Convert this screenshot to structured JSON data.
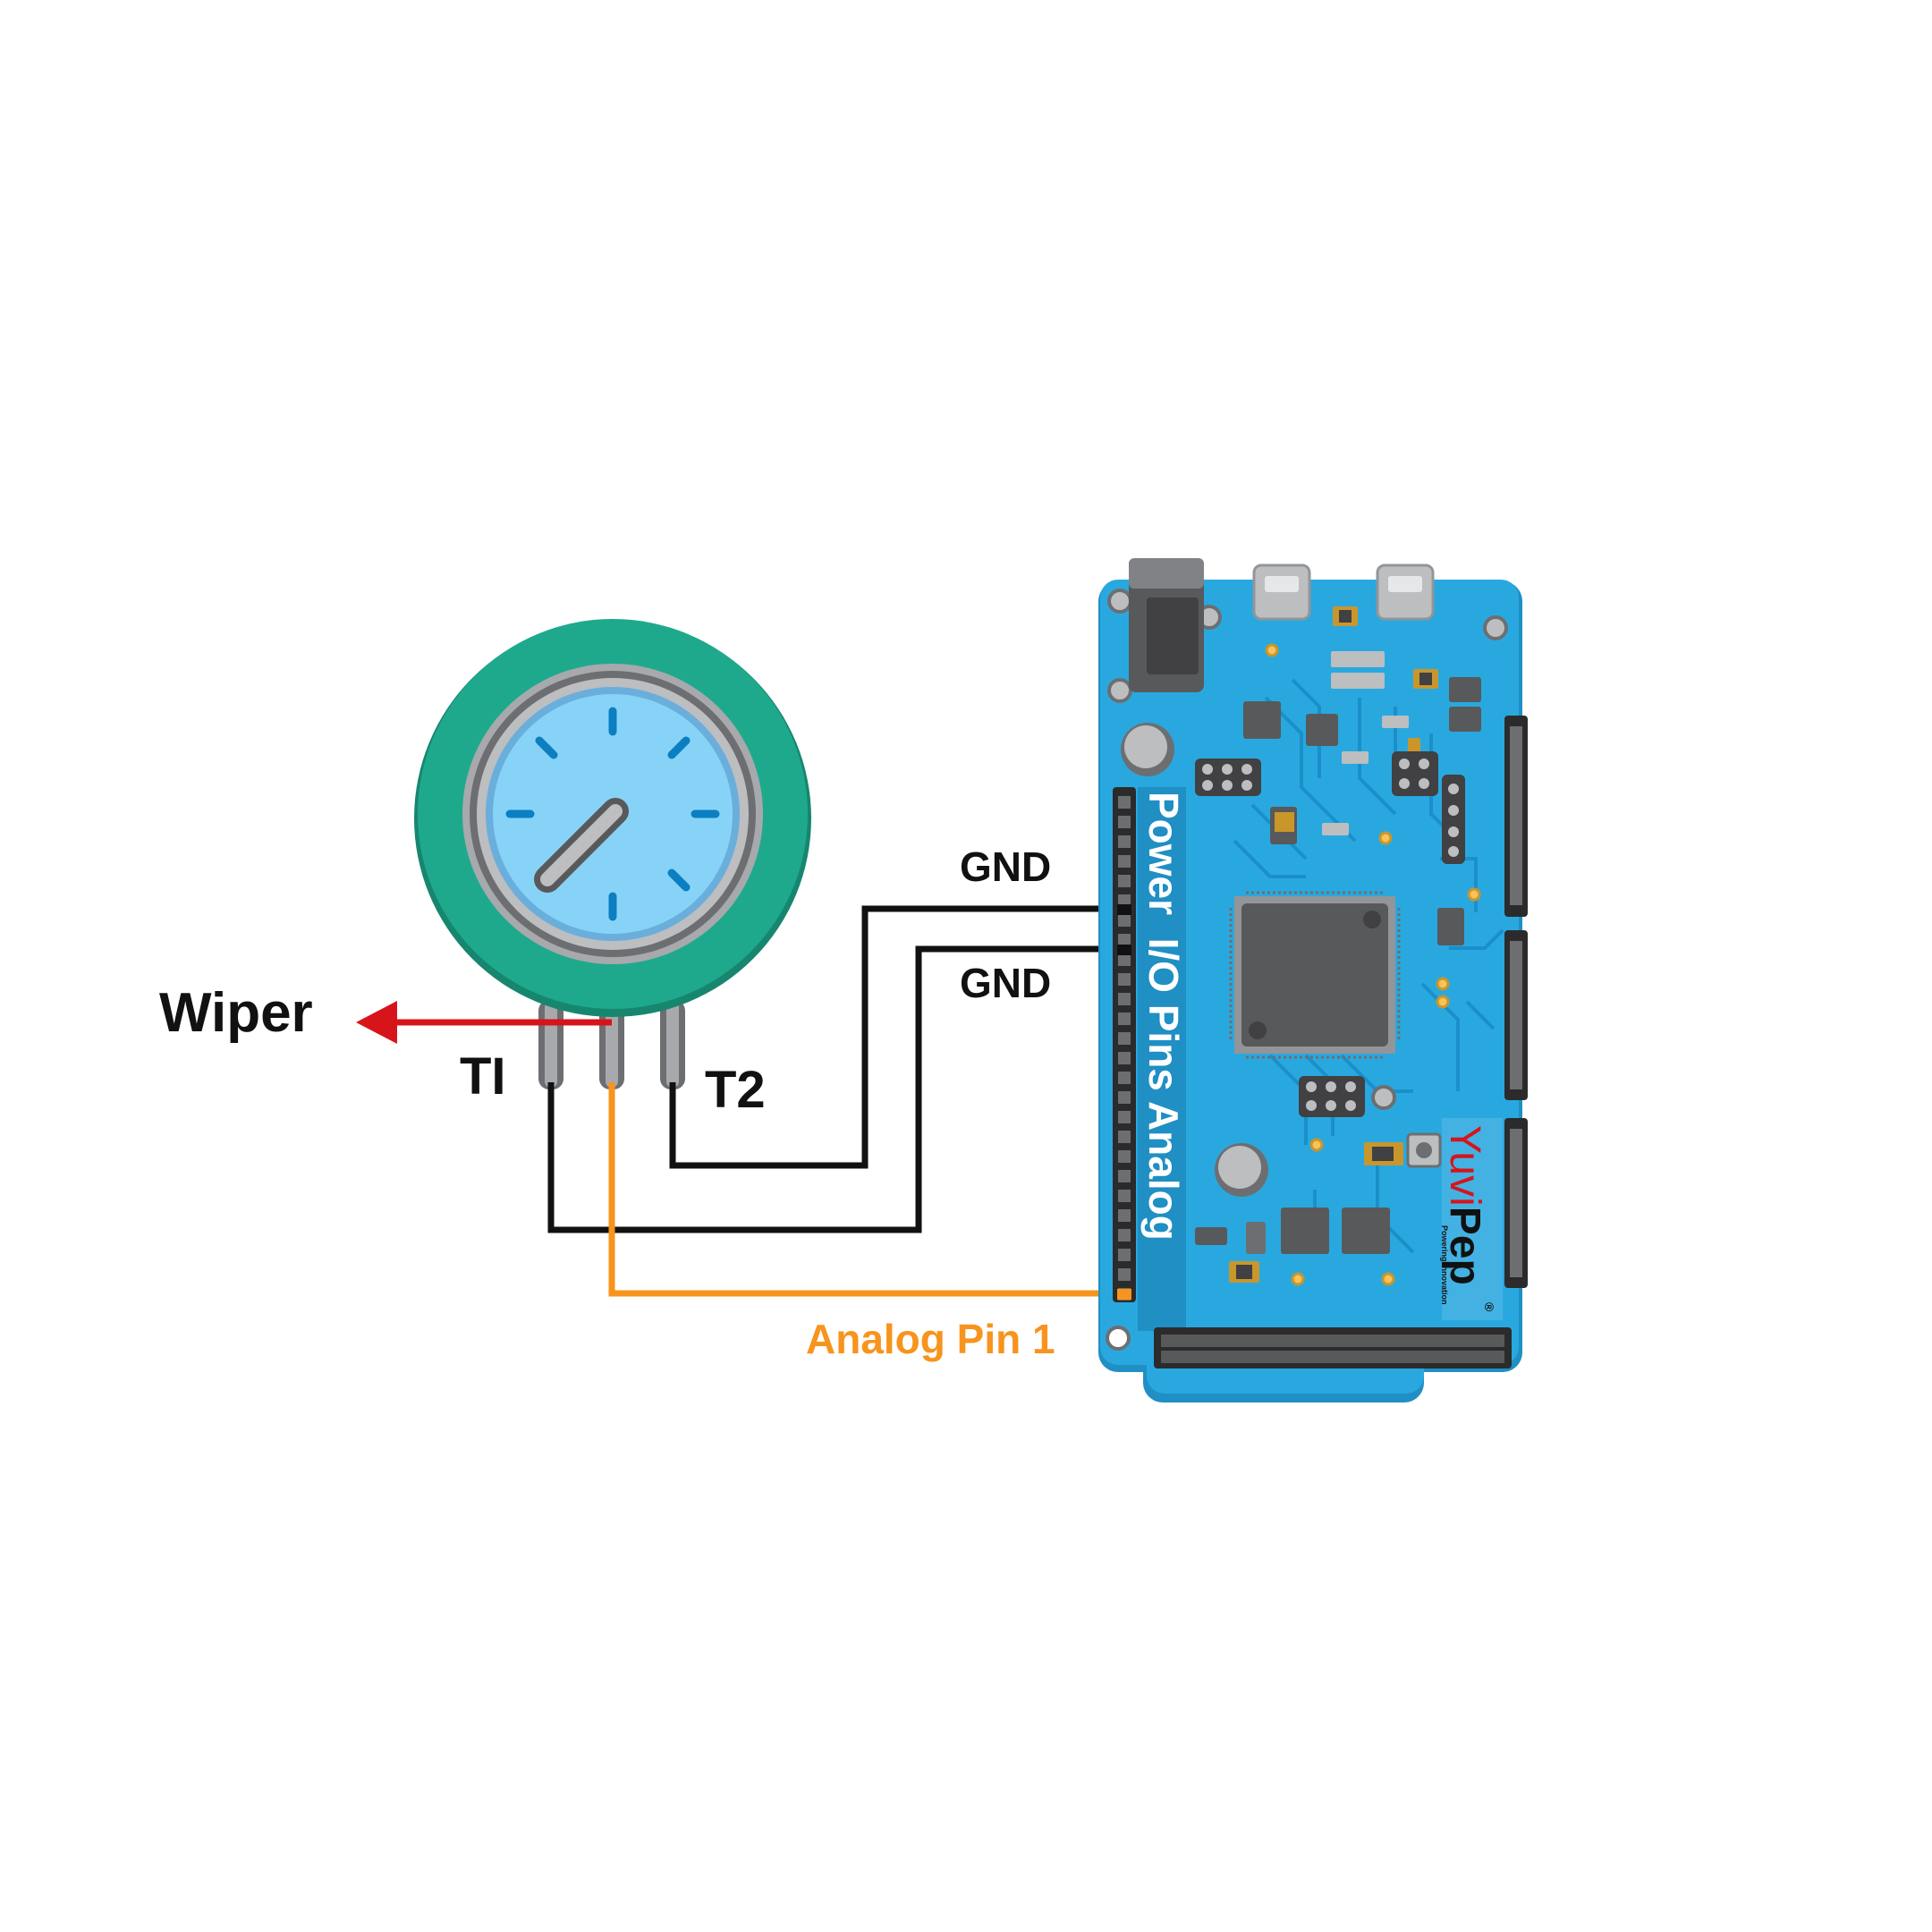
{
  "labels": {
    "wiper": "Wiper",
    "t1": "TI",
    "t2": "T2",
    "gnd_top": "GND",
    "gnd_bottom": "GND",
    "analog_pin": "Analog Pin 1"
  },
  "board": {
    "header_text": "Power  I/O Pins Analog",
    "brand_part1": "Yuvi",
    "brand_part2": "Pep",
    "brand_tagline": "Powering innovation",
    "brand_mark": "®"
  },
  "colors": {
    "wire_black": "#111111",
    "wire_orange": "#F7941D",
    "arrow_red": "#D7141A",
    "board_blue": "#29A8E0",
    "pot_ring": "#1FA98C",
    "dial_face": "#87D3F7",
    "analog_text": "#F7941D",
    "brand_red": "#D7141A"
  }
}
